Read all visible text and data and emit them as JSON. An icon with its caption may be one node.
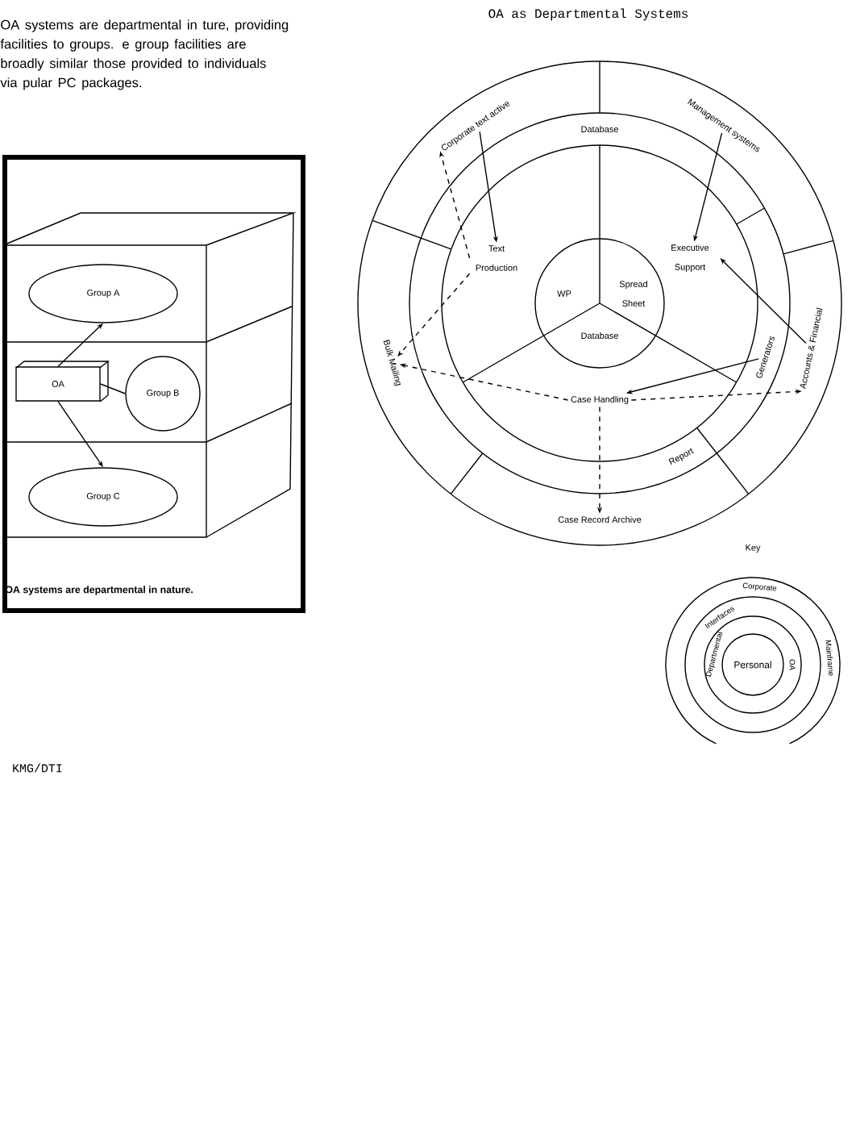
{
  "diagram": {
    "title": "OA as Departmental Systems",
    "nodes": [
      {
        "text": [
          "OA systems are departmental in nature."
        ]
      },
      {
        "text": [
          "Group A"
        ],
        "in": 0
      },
      {
        "text": [
          "OA"
        ],
        "in": 0
      },
      {
        "text": [
          "Group B"
        ],
        "in": 0
      },
      {
        "text": [
          "Group C"
        ],
        "in": 0
      },
      {
        "text": [
          "Corporate text active"
        ]
      },
      {
        "text": [
          "Management systems"
        ]
      },
      {
        "text": [
          "Database"
        ]
      },
      {
        "text": [
          "Text Production"
        ]
      },
      {
        "text": [
          "Executive Support"
        ]
      },
      {
        "text": [
          "WP"
        ]
      },
      {
        "text": [
          "Spread Sheet"
        ]
      },
      {
        "text": [
          "Database"
        ]
      },
      {
        "text": [
          "Case Handling"
        ]
      },
      {
        "text": [
          "Generators"
        ]
      },
      {
        "text": [
          "Accounts & Financial"
        ]
      },
      {
        "text": [
          "Bulk Mailing"
        ]
      },
      {
        "text": [
          "Report"
        ]
      },
      {
        "text": [
          "Case Record Archive"
        ]
      },
      {
        "text": [
          "Personal"
        ]
      }
    ],
    "edges": [
      {
        "from": 2,
        "to": 1,
        "arrow": "to"
      },
      {
        "from": 2,
        "to": 3,
        "arrow": "none"
      },
      {
        "from": 2,
        "to": 4,
        "arrow": "to"
      },
      {
        "from": 5,
        "to": 8,
        "arrow": "to"
      },
      {
        "from": 6,
        "to": 9,
        "arrow": "to"
      },
      {
        "from": 15,
        "to": 9,
        "arrow": "to"
      },
      {
        "from": 14,
        "to": 13,
        "arrow": "to"
      },
      {
        "from": 8,
        "to": 5,
        "arrow": "to",
        "style": "dashed"
      },
      {
        "from": 8,
        "to": 16,
        "arrow": "to",
        "style": "dashed"
      },
      {
        "from": 13,
        "to": 16,
        "arrow": "to",
        "style": "dashed"
      },
      {
        "from": 13,
        "to": 18,
        "arrow": "to",
        "style": "dashed"
      },
      {
        "from": 13,
        "to": 15,
        "arrow": "to",
        "style": "dashed"
      }
    ],
    "labels": [
      "OA systems are departmental in ture, providing facilities to groups. e group facilities are broadly similar those provided to individuals via pular PC packages.",
      "Key",
      "Corporate",
      "Interfaces",
      "Departmental",
      "OA",
      "Mainframe",
      "KMG/DTI"
    ]
  }
}
